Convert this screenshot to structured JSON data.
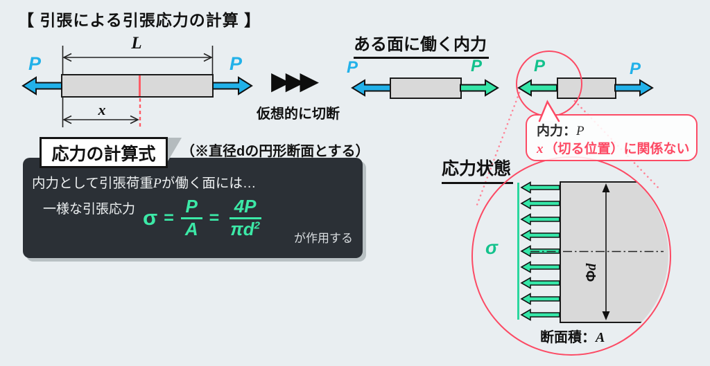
{
  "title": "【 引張による引張応力の計算 】",
  "labels": {
    "force": "P",
    "length": "L",
    "cut_pos": "x"
  },
  "transition": {
    "glyph": "▶▶▶",
    "caption": "仮想的に切断"
  },
  "internal_force": {
    "heading": "ある面に働く内力"
  },
  "callout": {
    "line1_label": "内力：",
    "line1_var": "P",
    "line2_var": "x",
    "line2_text": "（切る位置）に関係ない"
  },
  "formula_panel": {
    "tag": "応力の計算式",
    "note": "（※直径dの円形断面とする）",
    "line1_pre": "内力として引張荷重",
    "line1_var": "P",
    "line1_post": "が働く面には…",
    "line2": "一様な引張応力",
    "sigma": "σ",
    "equals1": "=",
    "equals2": "=",
    "frac1_num": "P",
    "frac1_den": "A",
    "frac2_num": "4P",
    "frac2_den_base": "πd",
    "frac2_den_exp": "2",
    "suffix": "が作用する"
  },
  "stress_state": {
    "heading": "応力状態",
    "sigma": "σ",
    "diameter_phi": "Φ",
    "diameter_d": "d",
    "area_label": "断面積：",
    "area_var": "A"
  },
  "colors": {
    "background": "#e9eef1",
    "blue_force": "#22b1e9",
    "mint_force": "#35e6a8",
    "green_text": "#12c18c",
    "formula_green": "#3ce9a7",
    "red_accent": "#fc4a64",
    "cut_line_red": "#ff5c66",
    "panel_dark": "#2b3036",
    "bar_gray": "#d9d9d9"
  }
}
